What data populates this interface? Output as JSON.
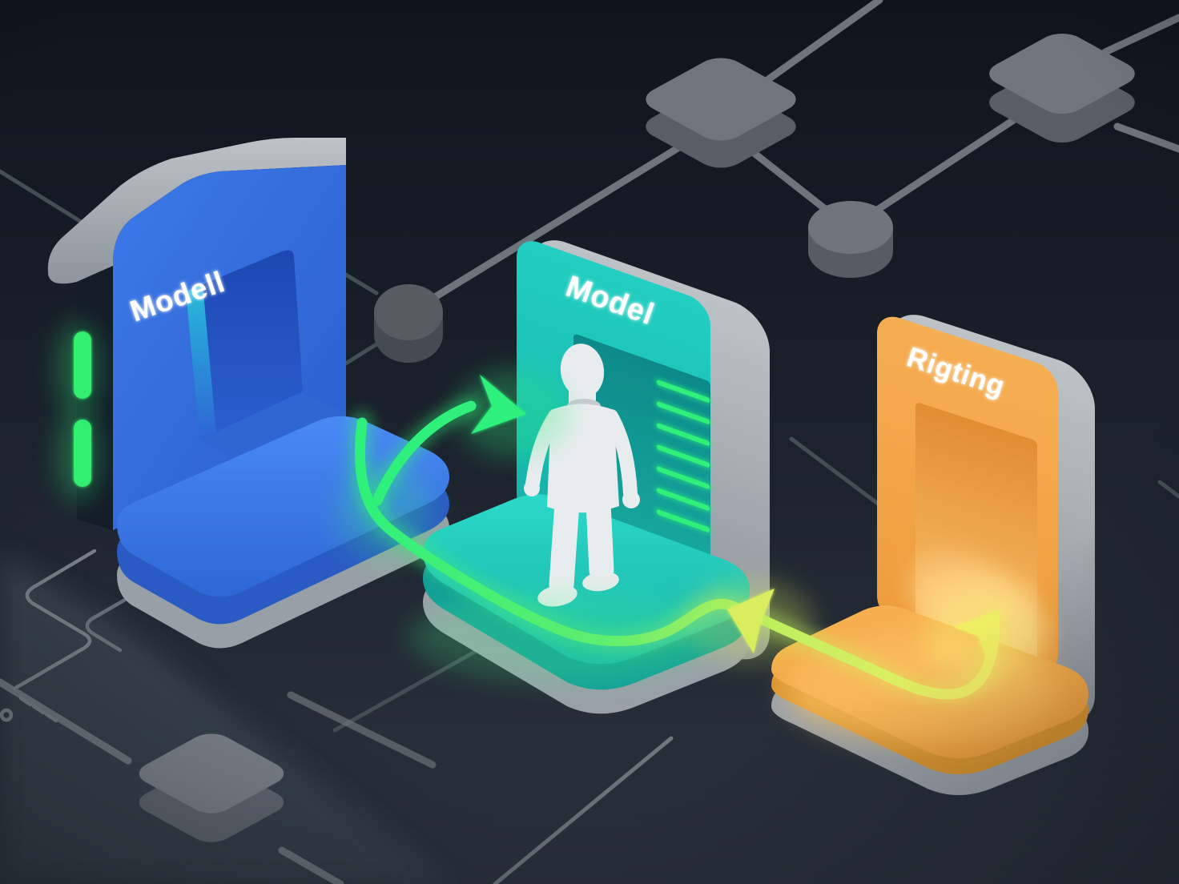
{
  "illustration": {
    "kind": "isometric-pipeline",
    "description": "Three glowing isometric portal stations connected by neon flow arrows over a dark circuit-board background",
    "stations": [
      {
        "id": "station-modeling-blue",
        "label": "Modell",
        "face_color": "#3069db",
        "accent_color": "#27c3d9",
        "led_color": "#30ef6d"
      },
      {
        "id": "station-model-teal",
        "label": "Model",
        "face_color": "#1cc5b9",
        "slat_color": "#2ef07b",
        "contains": "human-silhouette"
      },
      {
        "id": "station-rigging-orange",
        "label": "Rigting",
        "face_color": "#f4a647"
      }
    ],
    "figure": {
      "name": "human-silhouette",
      "color": "#e9ecee"
    },
    "flow": {
      "primary_color": "#2ef07b",
      "secondary_color": "#e8f05e",
      "arrowheads": [
        "right-into-teal-station",
        "left-back-toward-teal",
        "up-right-into-orange-station"
      ]
    },
    "background": {
      "top_color": "#10151d",
      "bottom_color": "#2c343e",
      "corner_light": "#3a434d",
      "circuit_line_color": "#6d747b",
      "node_color": "#71767e"
    }
  }
}
